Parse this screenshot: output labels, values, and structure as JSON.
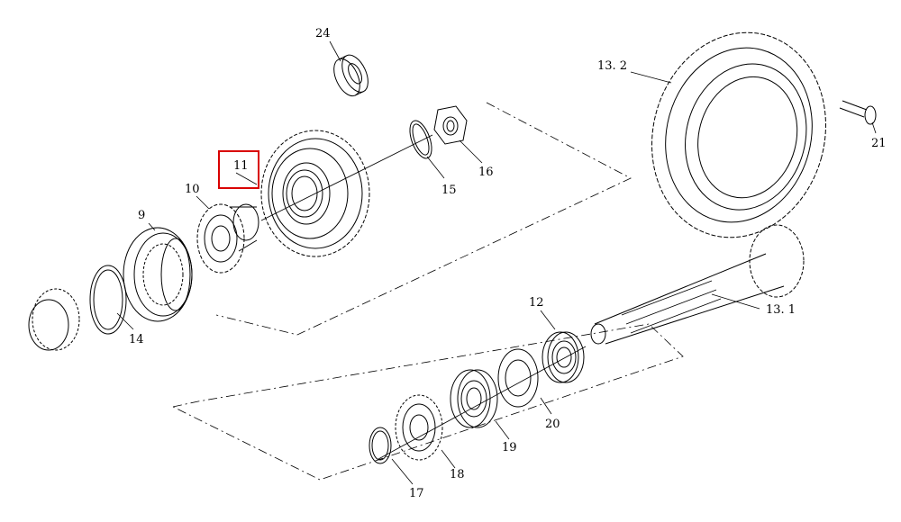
{
  "diagram": {
    "highlight_color": "#d90000",
    "parts": [
      {
        "key": "p24",
        "label": "24",
        "part": "small-gear"
      },
      {
        "key": "p13_2",
        "label": "13. 2",
        "part": "ring-gear"
      },
      {
        "key": "p21",
        "label": "21",
        "part": "bolt"
      },
      {
        "key": "p11",
        "label": "11",
        "part": "large-gear",
        "highlighted": true
      },
      {
        "key": "p15",
        "label": "15",
        "part": "snap-ring"
      },
      {
        "key": "p16",
        "label": "16",
        "part": "nut"
      },
      {
        "key": "p10",
        "label": "10",
        "part": "gear-hub"
      },
      {
        "key": "p9",
        "label": "9",
        "part": "synchro-sleeve"
      },
      {
        "key": "p14",
        "label": "14",
        "part": "snap-ring"
      },
      {
        "key": "p12",
        "label": "12",
        "part": "bearing"
      },
      {
        "key": "p13_1",
        "label": "13. 1",
        "part": "pinion-shaft"
      },
      {
        "key": "p20",
        "label": "20",
        "part": "washer"
      },
      {
        "key": "p19",
        "label": "19",
        "part": "bearing"
      },
      {
        "key": "p18",
        "label": "18",
        "part": "gear"
      },
      {
        "key": "p17",
        "label": "17",
        "part": "snap-ring"
      }
    ]
  }
}
